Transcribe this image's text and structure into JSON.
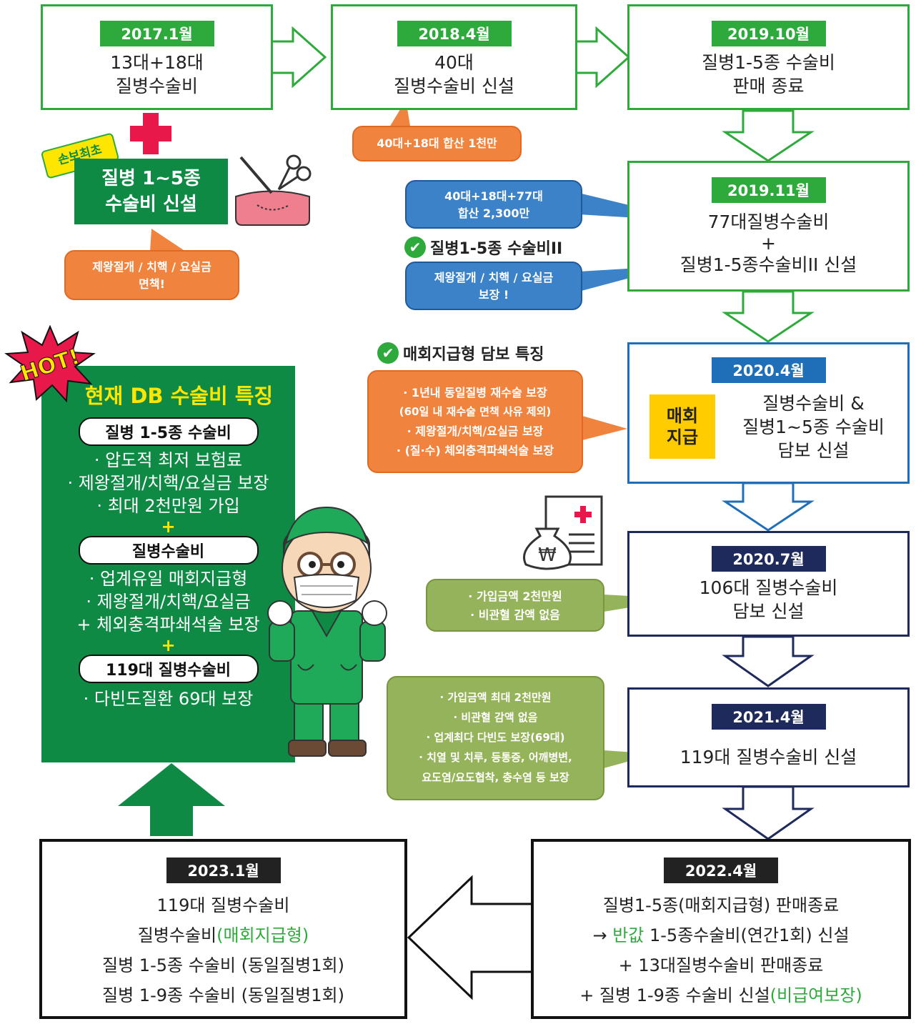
{
  "timeline": {
    "box1": {
      "date": "2017.1월",
      "lines": [
        "13대+18대",
        "질병수술비"
      ]
    },
    "box2": {
      "date": "2018.4월",
      "lines": [
        "40대",
        "질병수술비 신설"
      ]
    },
    "box3": {
      "date": "2019.10월",
      "lines": [
        "질병1-5종 수술비",
        "판매 종료"
      ]
    },
    "box4": {
      "date": "2019.11월",
      "lines": [
        "77대질병수술비",
        "+",
        "질병1-5종수술비II 신설"
      ]
    },
    "box5": {
      "date": "2020.4월",
      "badge": [
        "매회",
        "지급"
      ],
      "lines": [
        "질병수술비 &",
        "질병1~5종 수술비",
        "담보 신설"
      ]
    },
    "box6": {
      "date": "2020.7월",
      "lines": [
        "106대 질병수술비",
        "담보 신설"
      ]
    },
    "box7": {
      "date": "2021.4월",
      "lines": [
        "119대 질병수술비 신설"
      ]
    },
    "box8": {
      "date": "2022.4월",
      "line1": "질병1-5종(매회지급형) 판매종료",
      "line2_pre": "→ ",
      "line2_hl": "반값",
      "line2_post": " 1-5종수술비(연간1회) 신설",
      "line3": "+ 13대질병수술비 판매종료",
      "line4_pre": "+ 질병 1-9종 수술비 신설",
      "line4_hl": "(비급여보장)"
    },
    "box9": {
      "date": "2023.1월",
      "line1": "119대 질병수술비",
      "line2_pre": "질병수술비",
      "line2_hl": "(매회지급형)",
      "line3": "질병 1-5종 수술비 (동일질병1회)",
      "line4": "질병 1-9종 수술비 (동일질병1회)"
    }
  },
  "left_panel": {
    "stamp": "손보최초",
    "title_lines": [
      "질병 1~5종",
      "수술비 신설"
    ],
    "bubble": [
      "제왕절개 / 치핵 / 요실금",
      "면책!"
    ]
  },
  "bubbles": {
    "b2018": "40대+18대 합산 1천만",
    "b2019_sum": [
      "40대+18대+77대",
      "합산 2,300만"
    ],
    "b2019_check": "질병1-5종 수술비II",
    "b2019_cover": [
      "제왕절개 / 치핵 / 요실금",
      "보장 !"
    ],
    "b2020_check": "매회지급형 담보 특징",
    "b2020_items": [
      "· 1년내 동일질병 재수술 보장",
      "(60일 내 재수술 면책 사유 제외)",
      "· 제왕절개/치핵/요실금 보장",
      "· (질·수) 체외충격파쇄석술 보장"
    ],
    "b2020_7": [
      "· 가입금액 2천만원",
      "· 비관혈 감액 없음"
    ],
    "b2021": [
      "· 가입금액 최대 2천만원",
      "· 비관혈 감액 없음",
      "· 업계최다 다빈도 보장(69대)",
      "· 치열 및 치루, 등통증, 어깨병변,",
      "요도염/요도협착, 충수염 등 보장"
    ]
  },
  "features": {
    "hot": "HOT!",
    "title": "현재 DB 수술비 특징",
    "pill1": "질병 1-5종 수술비",
    "lines1": [
      "· 압도적 최저 보험료",
      "· 제왕절개/치핵/요실금 보장",
      "· 최대 2천만원 가입"
    ],
    "plus": "+",
    "pill2": "질병수술비",
    "lines2": [
      "· 업계유일 매회지급형",
      "· 제왕절개/치핵/요실금",
      "+ 체외충격파쇄석술 보장"
    ],
    "pill3": "119대 질병수술비",
    "lines3": [
      "· 다빈도질환 69대 보장"
    ]
  },
  "colors": {
    "green": "#2eaa3c",
    "darkgreen": "#0e8a45",
    "blue": "#1f6fb8",
    "navy": "#1e2a5c",
    "orange": "#f0843f",
    "olive": "#95b35a",
    "yellow": "#ffcc00"
  }
}
